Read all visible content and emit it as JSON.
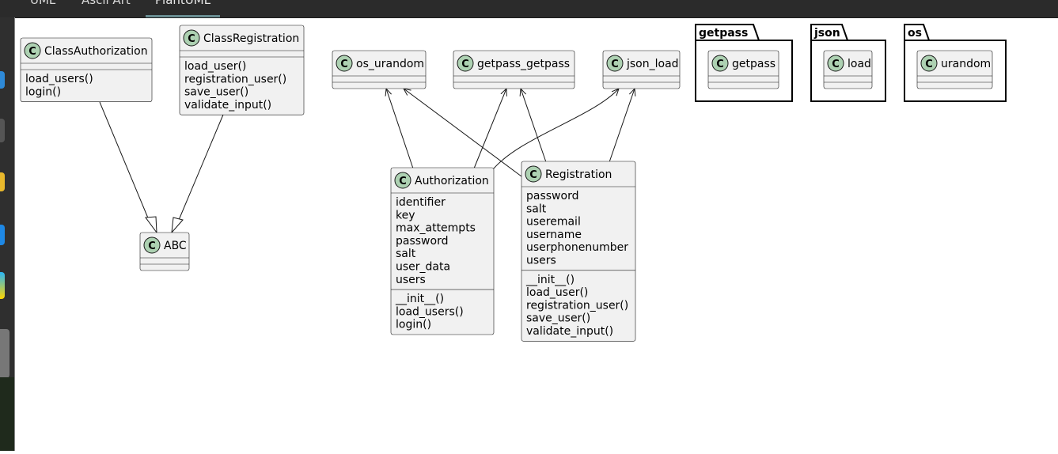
{
  "tabs": [
    {
      "label": "UML"
    },
    {
      "label": "Ascii Art"
    },
    {
      "label": "PlantUML"
    }
  ],
  "diagram": {
    "classes": {
      "class_authorization": {
        "name": "ClassAuthorization",
        "attributes": [],
        "methods": [
          "load_users()",
          "login()"
        ]
      },
      "class_registration": {
        "name": "ClassRegistration",
        "attributes": [],
        "methods": [
          "load_user()",
          "registration_user()",
          "save_user()",
          "validate_input()"
        ]
      },
      "abc": {
        "name": "ABC",
        "attributes": [],
        "methods": []
      },
      "os_urandom": {
        "name": "os_urandom",
        "attributes": [],
        "methods": []
      },
      "getpass_getpass": {
        "name": "getpass_getpass",
        "attributes": [],
        "methods": []
      },
      "json_load": {
        "name": "json_load",
        "attributes": [],
        "methods": []
      },
      "authorization": {
        "name": "Authorization",
        "attributes": [
          "identifier",
          "key",
          "max_attempts",
          "password",
          "salt",
          "user_data",
          "users"
        ],
        "methods": [
          "__init__()",
          "load_users()",
          "login()"
        ]
      },
      "registration": {
        "name": "Registration",
        "attributes": [
          "password",
          "salt",
          "useremail",
          "username",
          "userphonenumber",
          "users"
        ],
        "methods": [
          "__init__()",
          "load_user()",
          "registration_user()",
          "save_user()",
          "validate_input()"
        ]
      }
    },
    "packages": [
      {
        "name": "getpass",
        "class_name": "getpass"
      },
      {
        "name": "json",
        "class_name": "load"
      },
      {
        "name": "os",
        "class_name": "urandom"
      }
    ],
    "class_icon_letter": "C",
    "colors": {
      "class_fill": "#f1f1f1",
      "class_border": "#181818",
      "icon_fill": "#add1b2",
      "package_fill": "#ffffff"
    }
  }
}
